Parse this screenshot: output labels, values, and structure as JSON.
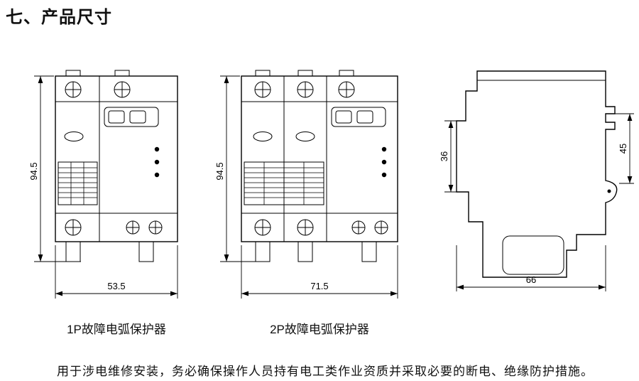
{
  "title": "七、产品尺寸",
  "drawings": {
    "p1": {
      "caption": "1P故障电弧保护器",
      "height": "94.5",
      "width": "53.5"
    },
    "p2": {
      "caption": "2P故障电弧保护器",
      "height": "94.5",
      "width": "71.5"
    },
    "side": {
      "front_height": "36",
      "back_height": "45",
      "depth": "66"
    }
  },
  "note": "用于涉电维修安装，务必确保操作人员持有电工类作业资质并采取必要的断电、绝缘防护措施。",
  "colors": {
    "line": "#000000",
    "background": "#ffffff"
  }
}
